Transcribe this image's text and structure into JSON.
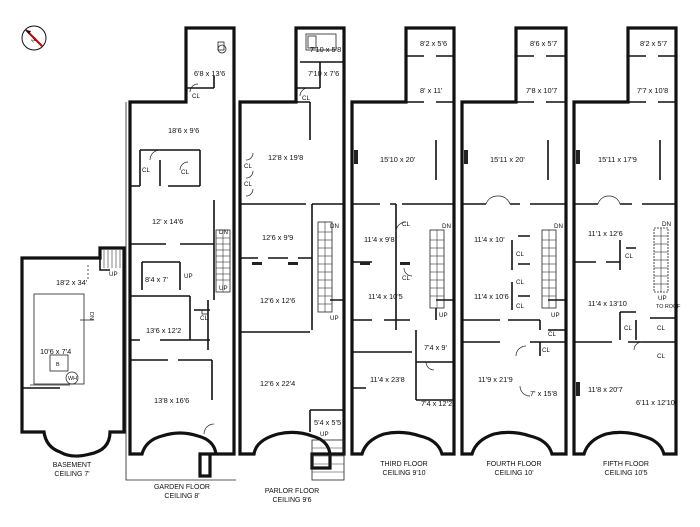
{
  "compass": {
    "label": "N"
  },
  "basement": {
    "title": "BASEMENT",
    "ceiling": "CEILING 7'",
    "up": "UP",
    "dn": "DN",
    "rooms": [
      "18'2 x 34'",
      "10'6 x 7'4"
    ]
  },
  "garden": {
    "title": "GARDEN FLOOR",
    "ceiling": "CEILING 8'",
    "up": "UP",
    "dn": "DN",
    "rooms": [
      "6'8 x 13'6",
      "18'6 x 9'6",
      "12' x 14'6",
      "8'4 x 7'",
      "13'6 x 12'2",
      "13'8 x 16'6"
    ],
    "closets": [
      "CL",
      "CL",
      "CL",
      "CL"
    ]
  },
  "parlor": {
    "title": "PARLOR FLOOR",
    "ceiling": "CEILING 9'6",
    "up": "UP",
    "dn": "DN",
    "rooms": [
      "7'10 x 5'8",
      "7'10 x 7'6",
      "12'8 x 19'8",
      "12'6 x 9'9",
      "12'6 x 12'6",
      "12'6 x 22'4",
      "5'4 x 5'5"
    ],
    "closets": [
      "CL",
      "CL",
      "CL"
    ]
  },
  "third": {
    "title": "THIRD FLOOR",
    "ceiling": "CEILING 9'10",
    "up": "UP",
    "dn": "DN",
    "rooms": [
      "8'2 x 5'6",
      "8' x 11'",
      "15'10 x 20'",
      "11'4 x 9'8",
      "11'4 x 10'5",
      "7'4 x 9'",
      "11'4 x 23'8",
      "7'4 x 12'2"
    ],
    "closets": [
      "CL",
      "CL"
    ]
  },
  "fourth": {
    "title": "FOURTH FLOOR",
    "ceiling": "CEILING 10'",
    "up": "UP",
    "dn": "DN",
    "rooms": [
      "8'6 x 5'7",
      "7'8 x 10'7",
      "15'11 x 20'",
      "11'4 x 10'",
      "11'4 x 10'6",
      "11'9 x 21'9",
      "7' x 15'8"
    ],
    "closets": [
      "CL",
      "CL",
      "CL",
      "CL",
      "CL"
    ]
  },
  "fifth": {
    "title": "FIFTH FLOOR",
    "ceiling": "CEILING 10'5",
    "up": "UP",
    "dn": "DN",
    "to_roof": "TO ROOF",
    "rooms": [
      "8'2 x 5'7",
      "7'7 x 10'8",
      "15'11 x 17'9",
      "11'1 x 12'6",
      "11'4 x 13'10",
      "11'8 x 20'7",
      "6'11 x 12'10"
    ],
    "closets": [
      "CL",
      "CL",
      "CL",
      "CL"
    ]
  }
}
